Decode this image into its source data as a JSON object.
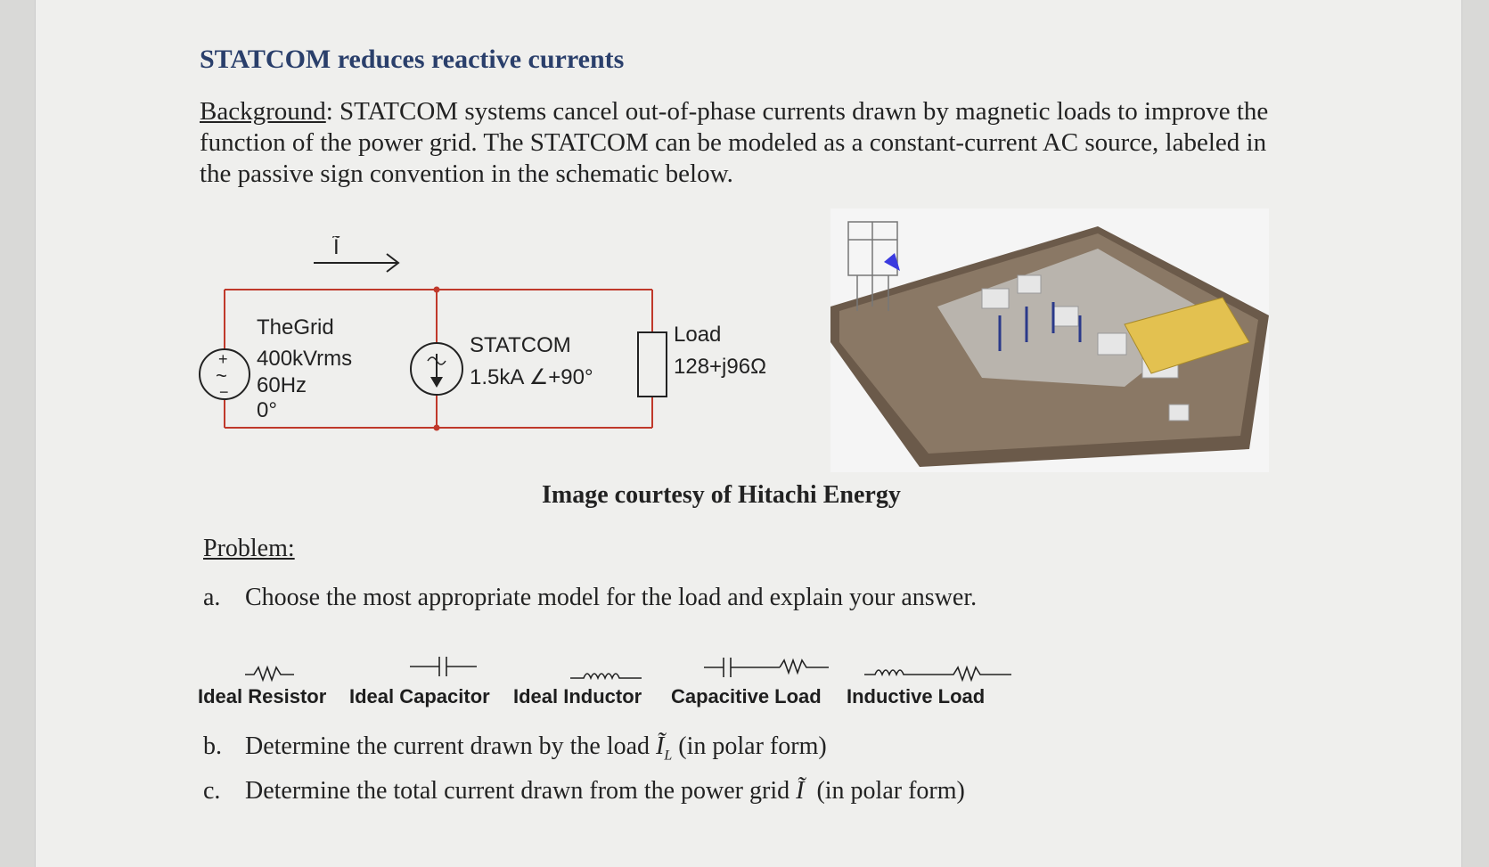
{
  "title": "STATCOM reduces reactive currents",
  "background": {
    "label": "Background",
    "text": ": STATCOM systems cancel out-of-phase currents drawn by magnetic loads to improve the function of the power grid. The STATCOM can be modeled as a constant-current AC source, labeled in the passive sign convention in the schematic below."
  },
  "schematic": {
    "current_label": "Ĩ",
    "grid": {
      "name": "TheGrid",
      "voltage": "400kVrms",
      "freq": "60Hz",
      "phase": "0°",
      "plus": "+",
      "minus": "−",
      "tilde": "~"
    },
    "statcom": {
      "name": "STATCOM",
      "value": "1.5kA ∠+90°"
    },
    "load": {
      "name": "Load",
      "value": "128+j96Ω"
    },
    "wire_color": "#c0392b"
  },
  "caption": "Image courtesy of Hitachi Energy",
  "problem_label": "Problem:",
  "questions": {
    "a": {
      "letter": "a.",
      "text": "Choose the most appropriate model for the load and explain your answer."
    },
    "b": {
      "letter": "b.",
      "text_before": "Determine the current drawn by the load",
      "symbol": "Ĩ",
      "sub": "L",
      "text_after": "(in polar form)"
    },
    "c": {
      "letter": "c.",
      "text_before": "Determine the total current drawn from the power grid",
      "symbol": "Ĩ",
      "text_after": "(in polar form)"
    }
  },
  "models": [
    {
      "label": "Ideal Resistor"
    },
    {
      "label": "Ideal Capacitor"
    },
    {
      "label": "Ideal Inductor"
    },
    {
      "label": "Capacitive Load"
    },
    {
      "label": "Inductive Load"
    }
  ]
}
